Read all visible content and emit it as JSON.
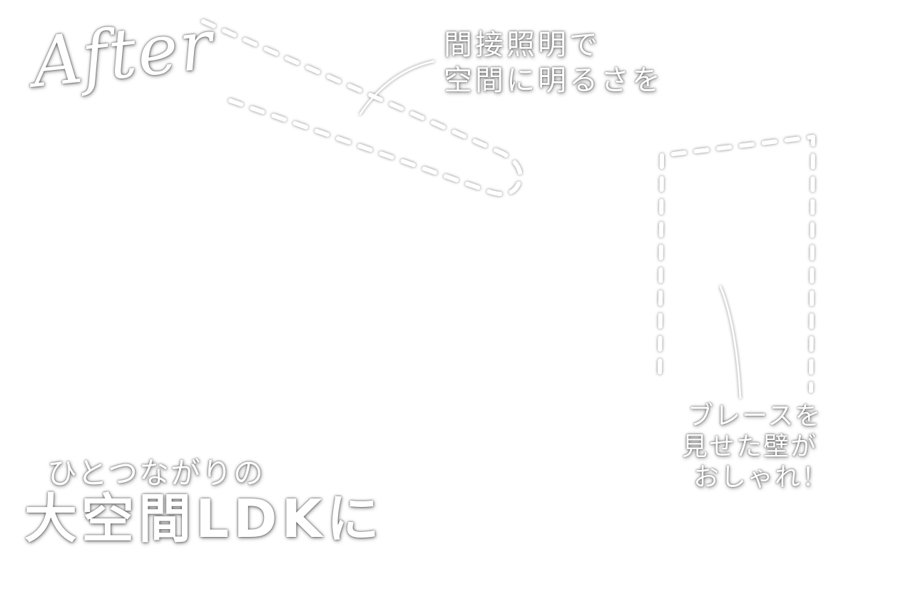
{
  "after_label": "After",
  "callouts": {
    "indirect_lighting": [
      "間接照明で",
      "空間に明るさを"
    ],
    "brace_wall": [
      "ブレースを",
      "見せた壁が",
      "おしゃれ！"
    ]
  },
  "headline": {
    "sub": "ひとつながりの",
    "main": "大空間LDKに"
  },
  "colors": {
    "background": "#ffffff",
    "annotation_ink": "#ffffff",
    "shadow": "#000000"
  }
}
